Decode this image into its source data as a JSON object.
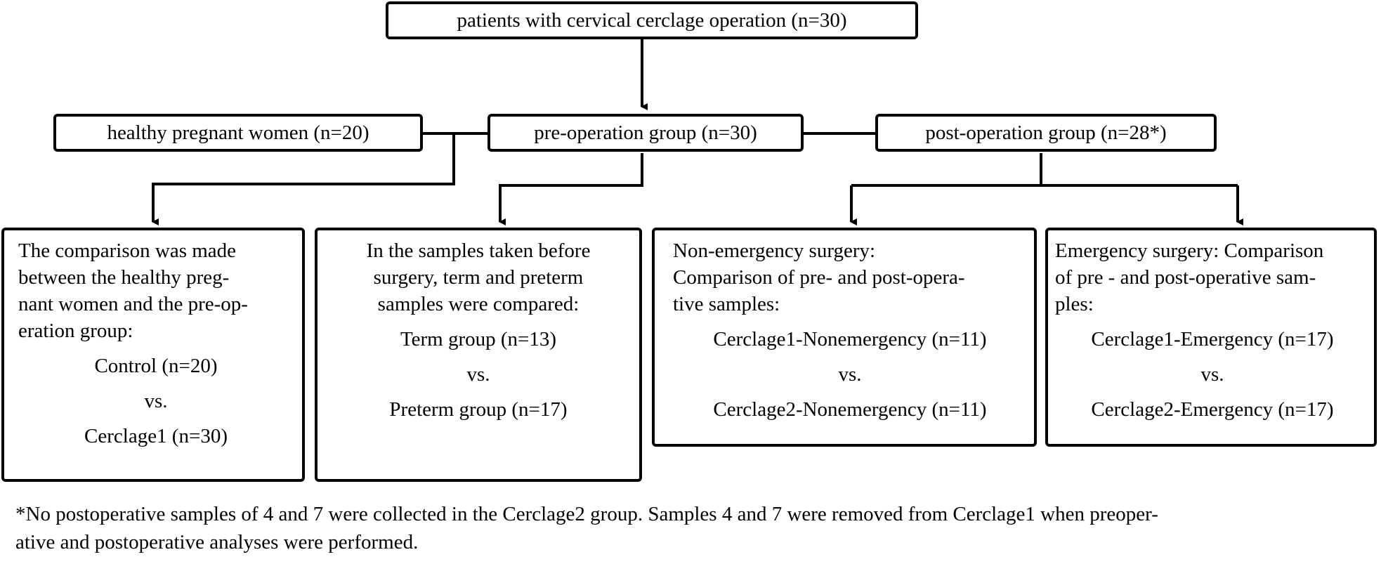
{
  "diagram": {
    "root": "patients with cervical cerclage operation (n=30)",
    "healthy": "healthy pregnant women (n=20)",
    "pre_op": "pre-operation group (n=30)",
    "post_op": "post-operation group (n=28*)",
    "box1": {
      "lines": [
        "The comparison was made",
        "between the healthy preg-",
        "nant women and the pre-op-",
        "eration group:"
      ],
      "a": "Control (n=20)",
      "vs": "vs.",
      "b": "Cerclage1 (n=30)"
    },
    "box2": {
      "lines": [
        "In the samples taken before",
        "surgery, term and preterm",
        "samples were compared:"
      ],
      "a": "Term group (n=13)",
      "vs": "vs.",
      "b": "Preterm group (n=17)"
    },
    "box3": {
      "lines": [
        "Non-emergency surgery:",
        "Comparison of pre- and post-opera-",
        "tive samples:"
      ],
      "a": "Cerclage1-Nonemergency (n=11)",
      "vs": "vs.",
      "b": "Cerclage2-Nonemergency (n=11)"
    },
    "box4": {
      "lines": [
        "Emergency surgery: Comparison",
        "of pre - and post-operative sam-",
        "ples:"
      ],
      "a": "Cerclage1-Emergency (n=17)",
      "vs": "vs.",
      "b": "Cerclage2-Emergency (n=17)"
    },
    "footnote": [
      "*No postoperative samples of 4 and 7 were collected in the Cerclage2 group. Samples 4 and 7 were removed from Cerclage1 when preoper-",
      "ative and postoperative analyses were performed."
    ]
  }
}
